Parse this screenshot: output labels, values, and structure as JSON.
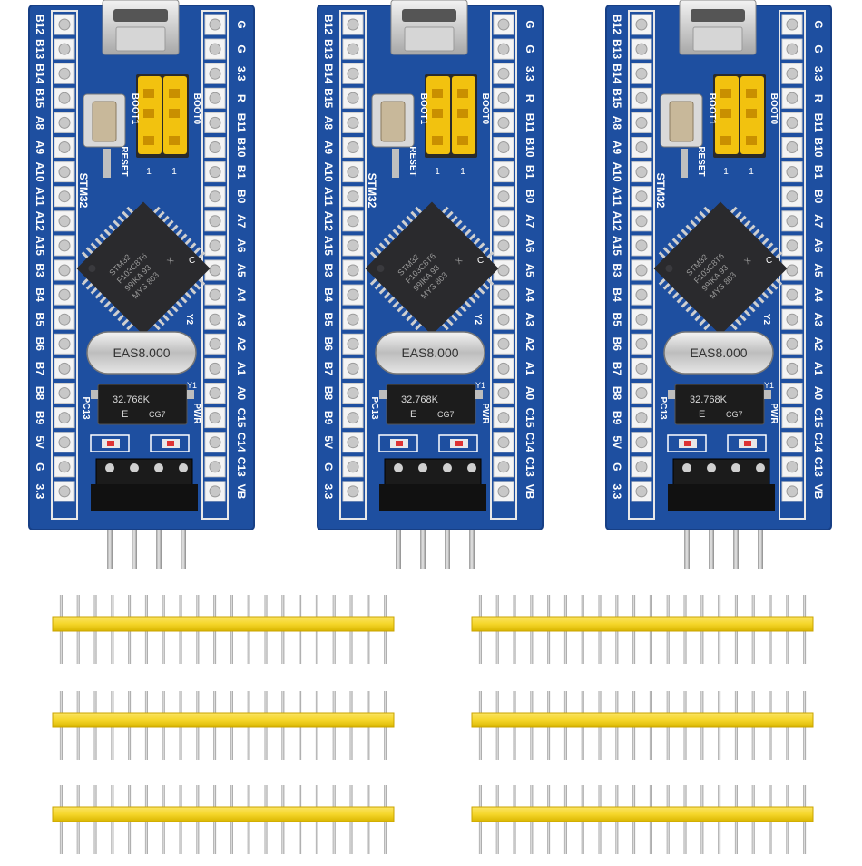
{
  "board": {
    "left_labels": [
      "B12",
      "B13",
      "B14",
      "B15",
      "A8",
      "A9",
      "A10",
      "A11",
      "A12",
      "A15",
      "B3",
      "B4",
      "B5",
      "B6",
      "B7",
      "B8",
      "B9",
      "5V",
      "G",
      "3.3"
    ],
    "right_labels": [
      "G",
      "G",
      "3.3",
      "R",
      "B11",
      "B10",
      "B1",
      "B0",
      "A7",
      "A6",
      "A5",
      "A4",
      "A3",
      "A2",
      "A1",
      "A0",
      "C15",
      "C14",
      "C13",
      "VB"
    ],
    "silk": {
      "stm32": "STM32",
      "reset": "RESET",
      "boot0": "BOOT0",
      "boot1": "BOOT1",
      "jumper_one_a": "1",
      "jumper_one_b": "1",
      "chip_line1": "STM32",
      "chip_line2": "F103C8T6",
      "chip_line3": "99IKA 93",
      "chip_line4": "MYS 803",
      "chip_mark": "X",
      "c_mark": "C",
      "y1": "Y1",
      "y2": "Y2",
      "crystal": "EAS8.000",
      "rtc_line1": "32.768K",
      "rtc_line2": "E",
      "rtc_line3": "CG7",
      "pc13": "PC13",
      "pwr": "PWR"
    },
    "colors": {
      "pcb": "#1e4fa0",
      "pcb_edge": "#173f85",
      "silk": "#ffffff",
      "jumper": "#f2c20f",
      "header_yellow": "#f5d62a",
      "chip": "#2a2a2d"
    }
  },
  "pin_strips": {
    "pins_per_strip": 20,
    "count": 6
  }
}
